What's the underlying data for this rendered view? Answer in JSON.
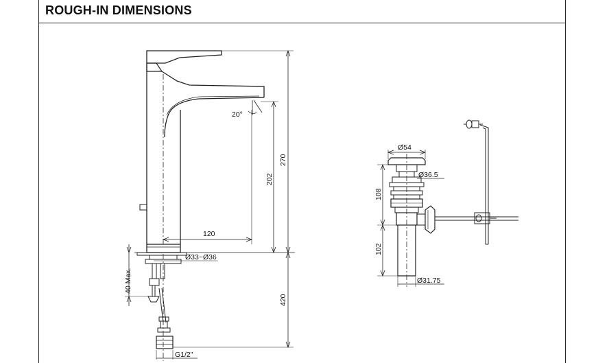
{
  "header": {
    "title": "ROUGH-IN DIMENSIONS"
  },
  "faucet": {
    "angle_label": "20°",
    "spout_reach": "120",
    "spout_height": "202",
    "total_height": "270",
    "hole_diameter": "Ø33~Ø36",
    "deck_thickness": "40 Max.",
    "supply_length": "420",
    "supply_thread": "G1/2\""
  },
  "drain": {
    "cap_diameter": "Ø54",
    "body_diameter": "Ø36.5",
    "body_height": "108",
    "tail_length": "102",
    "tail_diameter": "Ø31.75"
  }
}
